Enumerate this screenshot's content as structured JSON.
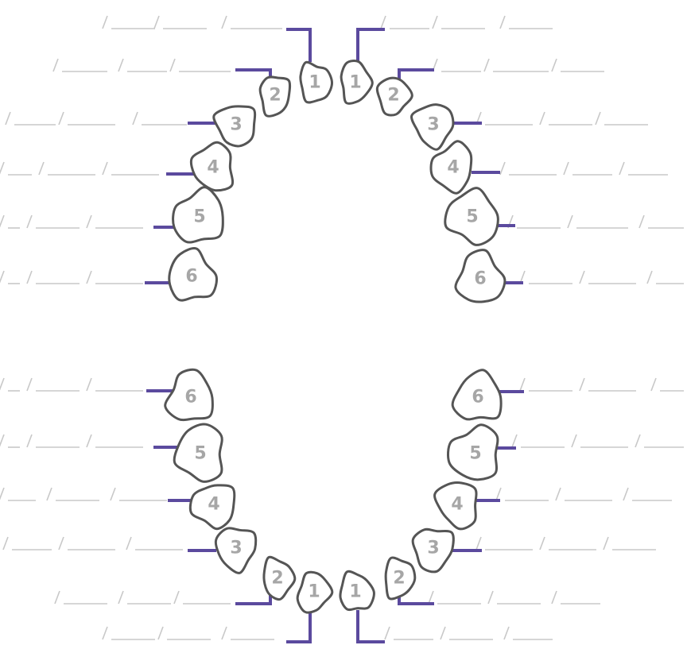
{
  "tooth_color": "#555555",
  "number_color": "#a6a6a6",
  "marker_color": "#5b4a9e",
  "blank_color": "#c8c8c8",
  "upper_right": [
    "1",
    "2",
    "3",
    "4",
    "5",
    "6"
  ],
  "upper_left": [
    "1",
    "2",
    "3",
    "4",
    "5",
    "6"
  ],
  "lower_right": [
    "1",
    "2",
    "3",
    "4",
    "5",
    "6"
  ],
  "lower_left": [
    "1",
    "2",
    "3",
    "4",
    "5",
    "6"
  ]
}
